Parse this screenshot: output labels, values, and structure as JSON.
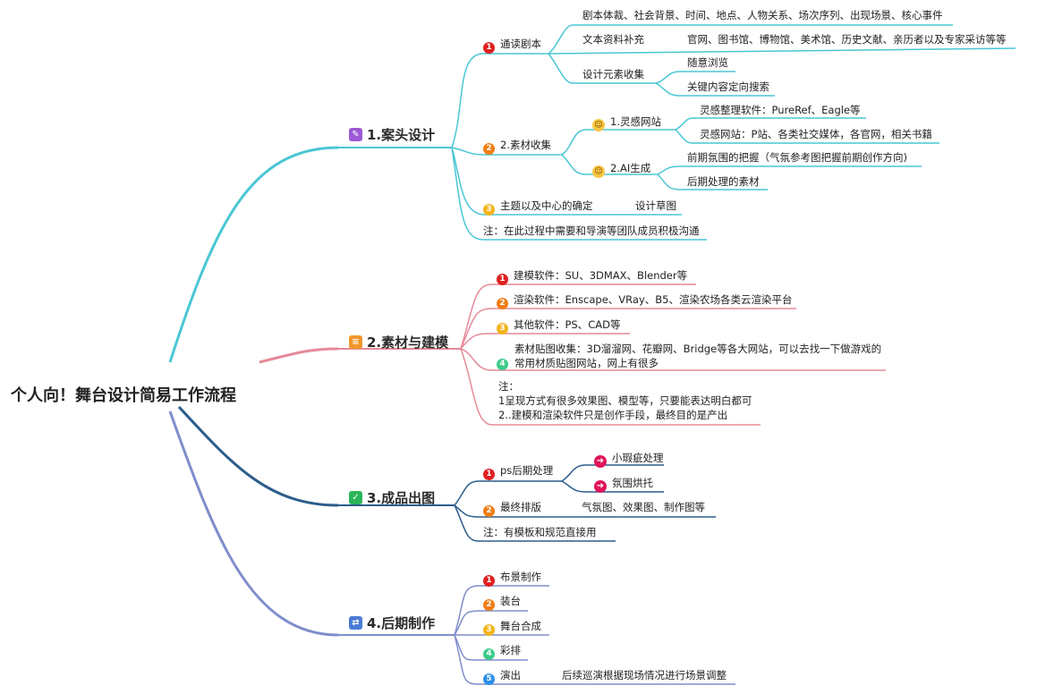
{
  "title": "个人向！舞台设计简易工作流程",
  "branches": {
    "b1": {
      "label": "1.案头设计",
      "icon": "pencil-icon",
      "color": "#4ac6d4",
      "items": {
        "read": {
          "label": "通读剧本"
        },
        "read_detail1": "剧本体裁、社会背景、时间、地点、人物关系、场次序列、出现场景、核心事件",
        "text_supplement": "文本资料补充",
        "text_supplement_detail": "官网、图书馆、博物馆、美术馆、历史文献、亲历者以及专家采访等等",
        "design_collect": "设计元素收集",
        "browse_random": "随意浏览",
        "keyword_search": "关键内容定向搜索",
        "material": {
          "label": "2.素材收集"
        },
        "inspiration_site": "1.灵感网站",
        "inspiration_software": "灵感整理软件：PureRef、Eagle等",
        "inspiration_web": "灵感网站：P站、各类社交媒体，各官网，相关书籍",
        "ai_gen": "2.AI生成",
        "ai_early": "前期氛围的把握（气氛参考图把握前期创作方向)",
        "ai_late": "后期处理的素材",
        "theme": {
          "label": "主题以及中心的确定"
        },
        "sketch": "设计草图",
        "note": "注：在此过程中需要和导演等团队成员积极沟通"
      }
    },
    "b2": {
      "label": "2.素材与建模",
      "icon": "layers-icon",
      "color": "#e58a99",
      "items": {
        "modeling": "建模软件：SU、3DMAX、Blender等",
        "rendering": "渲染软件：Enscape、VRay、B5、渲染农场各类云渲染平台",
        "other": "其他软件：PS、CAD等",
        "texture_line1": "素材贴图收集：3D溜溜网、花瓣网、Bridge等各大网站，可以去找一下做游戏的",
        "texture_line2": "常用材质贴图网站，网上有很多",
        "note_head": "注：",
        "note1": "1呈现方式有很多效果图、模型等，只要能表达明白都可",
        "note2": "2..建模和渲染软件只是创作手段，最终目的是产出"
      }
    },
    "b3": {
      "label": "3.成品出图",
      "icon": "check-icon",
      "color": "#2c5d8c",
      "items": {
        "ps": "ps后期处理",
        "flaw": "小瑕疵处理",
        "atmosphere": "氛围烘托",
        "layout": "最终排版",
        "layout_detail": "气氛图、效果图、制作图等",
        "note": "注：有模板和规范直接用"
      }
    },
    "b4": {
      "label": "4.后期制作",
      "icon": "handshake-icon",
      "color": "#7f8ecb",
      "items": {
        "s1": "布景制作",
        "s2": "装台",
        "s3": "舞台合成",
        "s4": "彩排",
        "s5": "演出",
        "s5_detail": "后续巡演根据现场情况进行场景调整"
      }
    }
  },
  "numbers": [
    "1",
    "2",
    "3",
    "4",
    "5"
  ]
}
